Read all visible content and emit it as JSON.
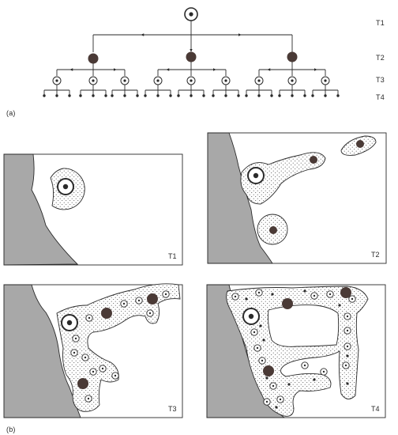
{
  "part_a": {
    "label": "(a)",
    "levels": [
      "T1",
      "T2",
      "T3",
      "T4"
    ]
  },
  "part_b": {
    "label": "(b)",
    "panels": [
      "T1",
      "T2",
      "T3",
      "T4"
    ]
  },
  "colors": {
    "ink": "#2a2a2a",
    "land": "#a8a8a8",
    "settlement": "#4a3a36",
    "stipple": "#555555"
  }
}
